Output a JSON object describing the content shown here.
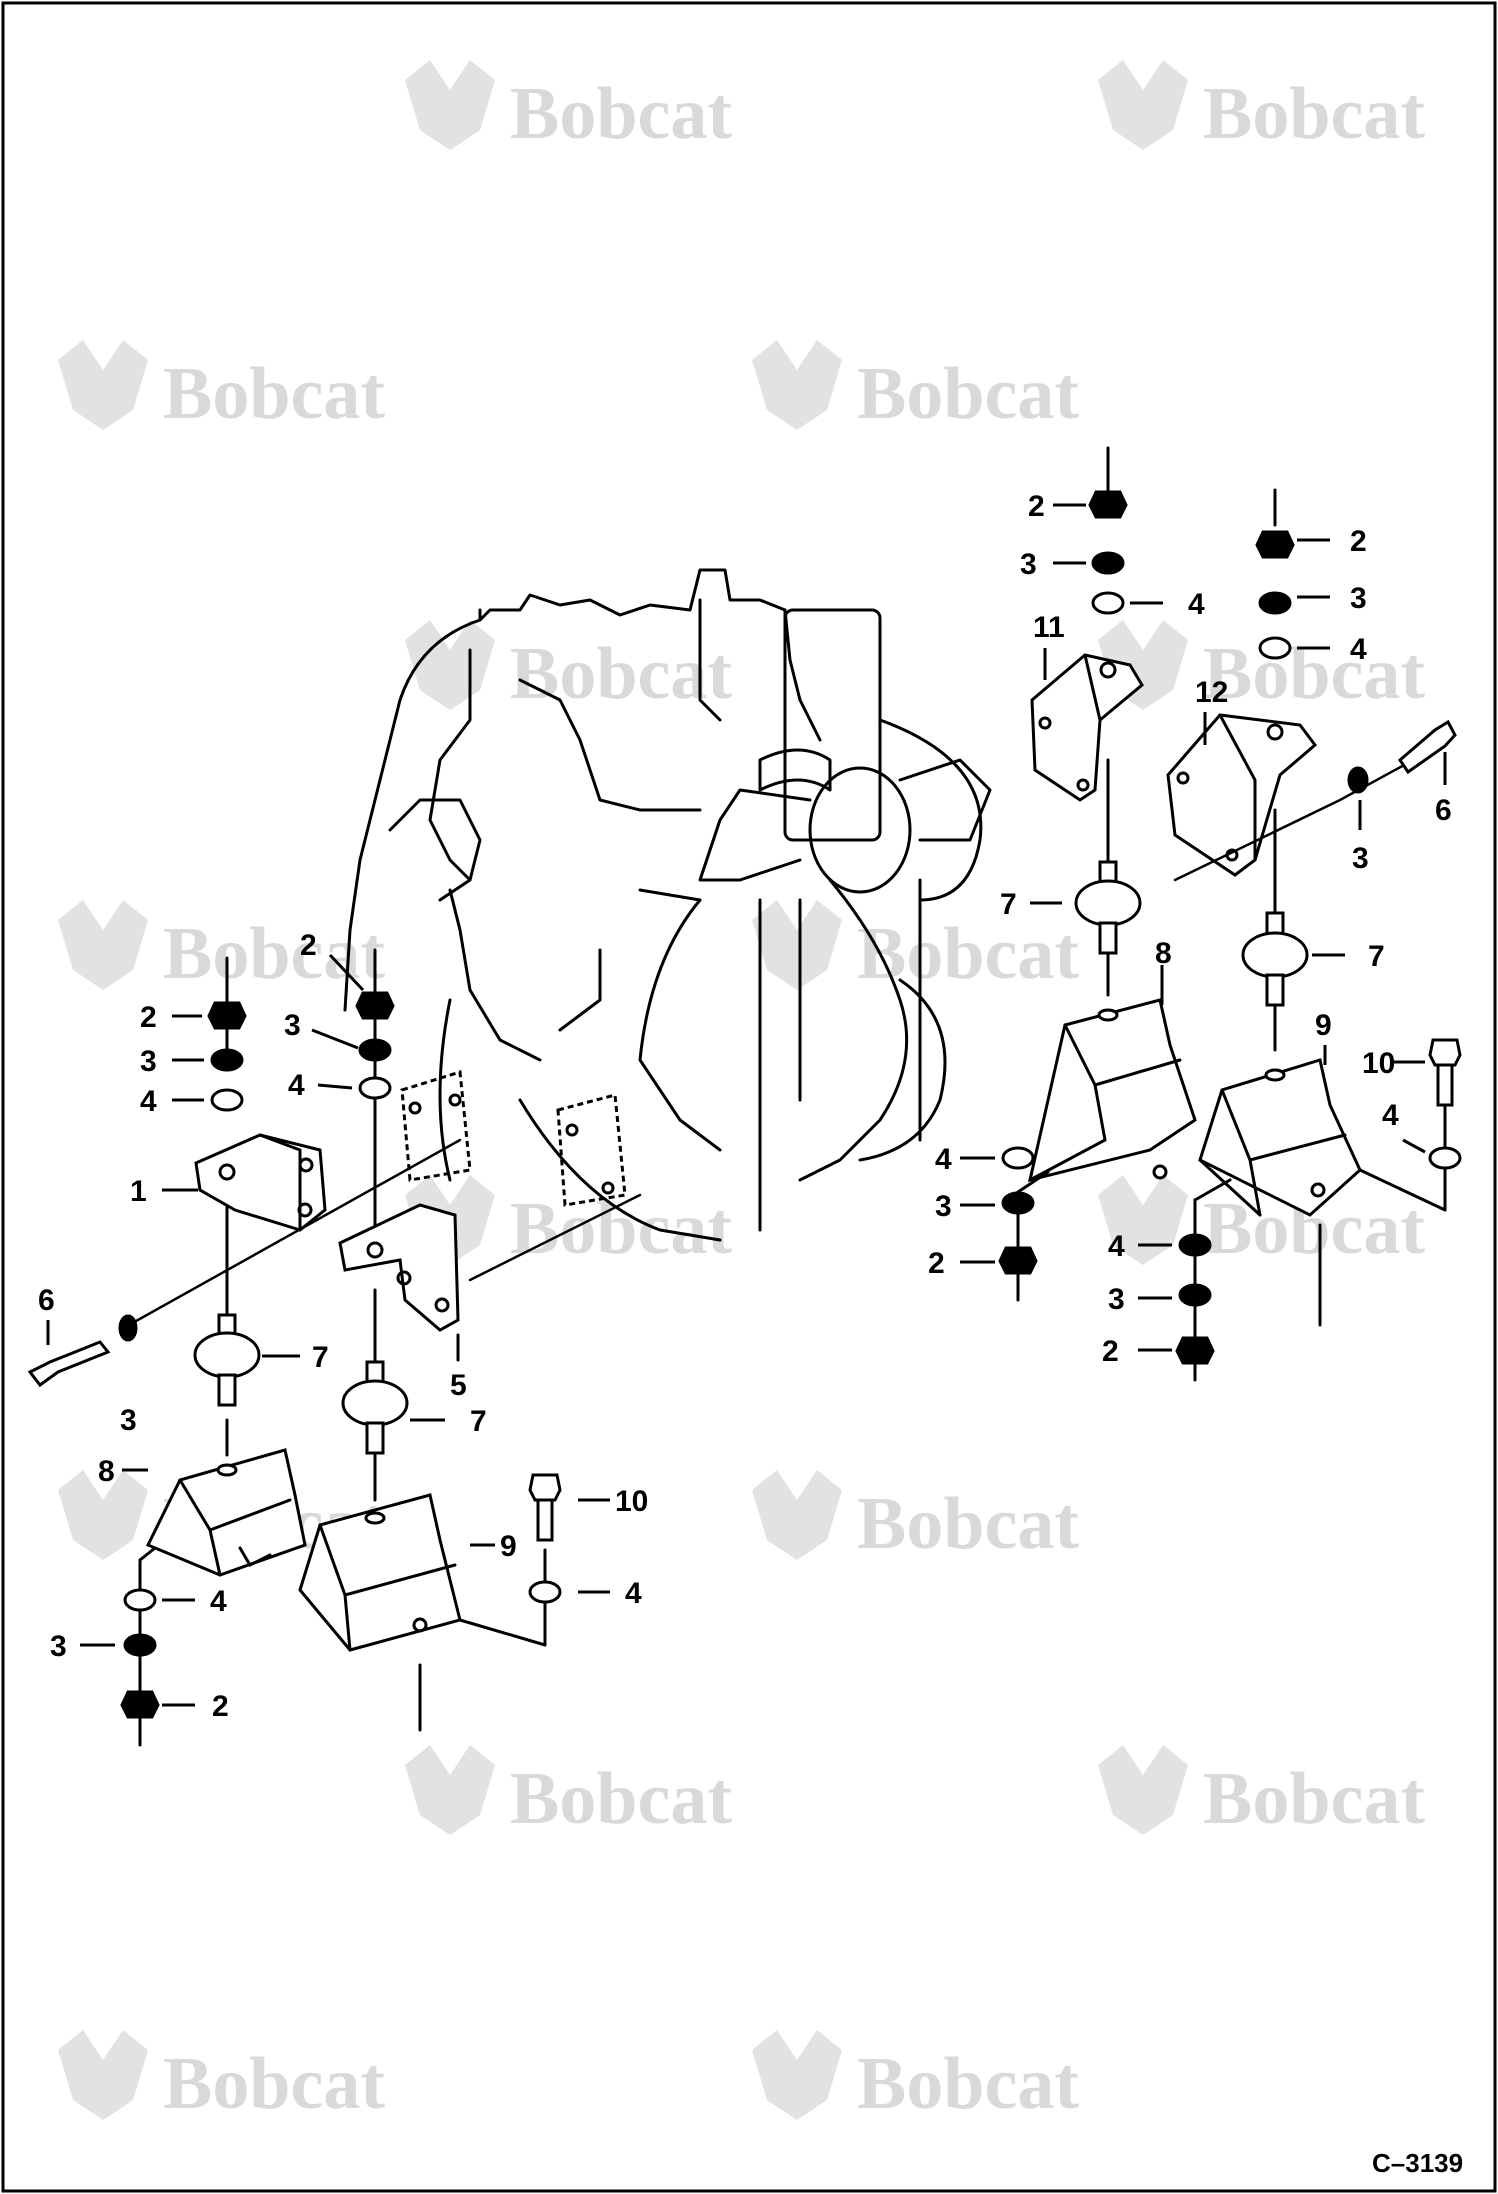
{
  "watermark": {
    "brand": "Bobcat",
    "color": "#d9d9d9"
  },
  "figure": {
    "reference_code": "C–3139"
  },
  "callouts": {
    "left": {
      "c2a": "2",
      "c3a": "3",
      "c4a": "4",
      "c1": "1",
      "c2b": "2",
      "c3b": "3",
      "c4b": "4",
      "c6": "6",
      "c3c": "3",
      "c7a": "7",
      "c5": "5",
      "c7b": "7",
      "c8": "8",
      "c9": "9",
      "c10": "10",
      "c4c": "4",
      "c4d": "4",
      "c3d": "3",
      "c2c": "2"
    },
    "right": {
      "c2a": "2",
      "c3a": "3",
      "c4a": "4",
      "c11": "11",
      "c2b": "2",
      "c3b": "3",
      "c4b": "4",
      "c12": "12",
      "c6": "6",
      "c3c": "3",
      "c7a": "7",
      "c7b": "7",
      "c8": "8",
      "c9": "9",
      "c10": "10",
      "c4c": "4",
      "c4d": "4",
      "c3d": "3",
      "c2c": "2",
      "c4e": "4",
      "c3e": "3",
      "c2d": "2"
    }
  }
}
